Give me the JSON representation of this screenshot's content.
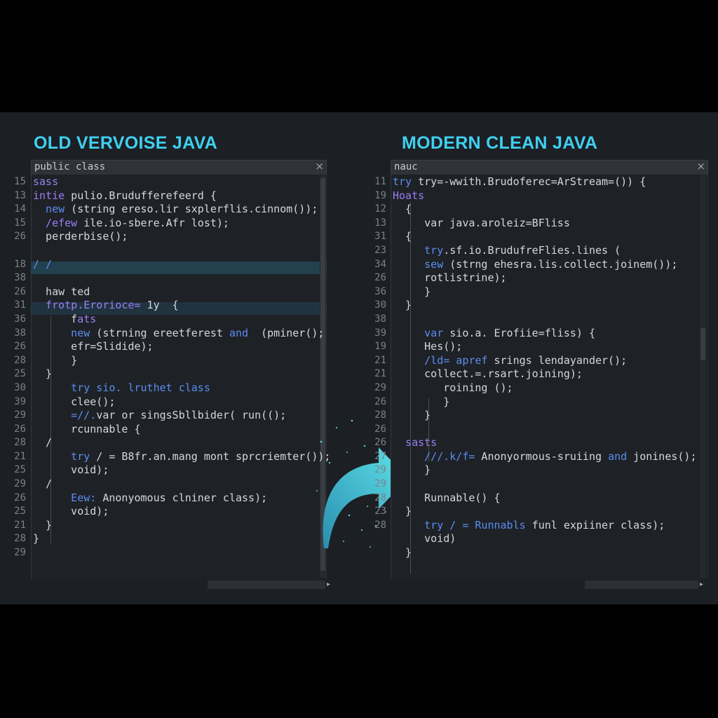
{
  "left_panel": {
    "title": "OLD VERVOISE JAVA",
    "tab_label": "public class",
    "tab_close_icon": "×",
    "line_numbers": [
      "15",
      "13",
      "14",
      "15",
      "26",
      "",
      "18",
      "38",
      "26",
      "31",
      "36",
      "38",
      "26",
      "28",
      "25",
      "30",
      "39",
      "29",
      "26",
      "28",
      "21",
      "25",
      "29",
      "26",
      "25",
      "21",
      "28",
      "29"
    ],
    "lines": [
      [
        {
          "t": "sass",
          "c": "kw2"
        }
      ],
      [
        {
          "t": "intie",
          "c": "kw2"
        },
        {
          "t": " pulio.Brudufferefeerd {",
          "c": "ty"
        }
      ],
      [
        {
          "t": "  new",
          "c": "kw"
        },
        {
          "t": " (string ereso.lir sxplerflis.cinnom());",
          "c": "ty"
        }
      ],
      [
        {
          "t": "  /efew",
          "c": "kw2"
        },
        {
          "t": " ile.io-sbere.Afr lost);",
          "c": "ty"
        }
      ],
      [
        {
          "t": "  perderbise();",
          "c": "ty"
        }
      ],
      [
        {
          "t": "",
          "c": "ty"
        }
      ],
      [
        {
          "t": "/ /",
          "c": "kw"
        }
      ],
      [
        {
          "t": "",
          "c": "ty"
        }
      ],
      [
        {
          "t": "  haw ted",
          "c": "ty"
        }
      ],
      [
        {
          "t": "  frotp.Erorioce=",
          "c": "kw2"
        },
        {
          "t": " 1y  {",
          "c": "ty"
        }
      ],
      [
        {
          "t": "      f",
          "c": "ty"
        },
        {
          "t": "ats",
          "c": "kw2"
        }
      ],
      [
        {
          "t": "      new",
          "c": "kw"
        },
        {
          "t": " (strning ereetferest ",
          "c": "ty"
        },
        {
          "t": "and",
          "c": "kw"
        },
        {
          "t": "  (pminer();",
          "c": "ty"
        }
      ],
      [
        {
          "t": "      efr=Slidide);",
          "c": "ty"
        }
      ],
      [
        {
          "t": "      }",
          "c": "ty"
        }
      ],
      [
        {
          "t": "  }",
          "c": "ty"
        }
      ],
      [
        {
          "t": "      try",
          "c": "kw"
        },
        {
          "t": " sio. lruthet class",
          "c": "kw"
        }
      ],
      [
        {
          "t": "      clee();",
          "c": "ty"
        }
      ],
      [
        {
          "t": "      =//.",
          "c": "kw"
        },
        {
          "t": "var or singsSbllbider( run(();",
          "c": "ty"
        }
      ],
      [
        {
          "t": "      rcunnable {",
          "c": "ty"
        }
      ],
      [
        {
          "t": "  /",
          "c": "ty"
        }
      ],
      [
        {
          "t": "      try",
          "c": "kw"
        },
        {
          "t": " / = B8fr.an.mang mont sprcriemter());",
          "c": "ty"
        }
      ],
      [
        {
          "t": "      void);",
          "c": "ty"
        }
      ],
      [
        {
          "t": "  /",
          "c": "ty"
        }
      ],
      [
        {
          "t": "      Eew:",
          "c": "kw"
        },
        {
          "t": " Anonyomous clniner class);",
          "c": "ty"
        }
      ],
      [
        {
          "t": "      void);",
          "c": "ty"
        }
      ],
      [
        {
          "t": "  }",
          "c": "ty"
        }
      ],
      [
        {
          "t": "}",
          "c": "ty"
        }
      ],
      [
        {
          "t": "",
          "c": "ty"
        }
      ]
    ]
  },
  "right_panel": {
    "title": "MODERN CLEAN JAVA",
    "tab_label": "nauc",
    "tab_close_icon": "×",
    "line_numbers": [
      "11",
      "19",
      "12",
      "13",
      "31",
      "23",
      "34",
      "26",
      "36",
      "30",
      "38",
      "39",
      "19",
      "21",
      "21",
      "29",
      "26",
      "28",
      "26",
      "26",
      "27",
      "29",
      "29",
      "28",
      "23",
      "28"
    ],
    "lines": [
      [
        {
          "t": "try",
          "c": "kw"
        },
        {
          "t": " try=-wwith.Brudoferec=ArStream=()) {",
          "c": "ty"
        }
      ],
      [
        {
          "t": "Hoats",
          "c": "kw2"
        }
      ],
      [
        {
          "t": "  {",
          "c": "ty"
        }
      ],
      [
        {
          "t": "     var java.aroleiz=BFliss",
          "c": "ty"
        }
      ],
      [
        {
          "t": "  {",
          "c": "ty"
        }
      ],
      [
        {
          "t": "     try",
          "c": "kw"
        },
        {
          "t": ".sf.io.BrudufreFlies.lines (",
          "c": "ty"
        }
      ],
      [
        {
          "t": "     sew",
          "c": "kw"
        },
        {
          "t": " (strng ehesra.lis.collect.joinem());",
          "c": "ty"
        }
      ],
      [
        {
          "t": "     rotlistrine);",
          "c": "ty"
        }
      ],
      [
        {
          "t": "     }",
          "c": "ty"
        }
      ],
      [
        {
          "t": "  }",
          "c": "ty"
        }
      ],
      [
        {
          "t": "",
          "c": "ty"
        }
      ],
      [
        {
          "t": "     var",
          "c": "kw"
        },
        {
          "t": " sio.a. Erofiie=fliss) {",
          "c": "ty"
        }
      ],
      [
        {
          "t": "     Hes();",
          "c": "ty"
        }
      ],
      [
        {
          "t": "     /ld= apref",
          "c": "kw"
        },
        {
          "t": " srings lendayander();",
          "c": "ty"
        }
      ],
      [
        {
          "t": "     collect.=.rsart.joining);",
          "c": "ty"
        }
      ],
      [
        {
          "t": "        roining ();",
          "c": "ty"
        }
      ],
      [
        {
          "t": "        }",
          "c": "ty"
        }
      ],
      [
        {
          "t": "     }",
          "c": "ty"
        }
      ],
      [
        {
          "t": "",
          "c": "ty"
        }
      ],
      [
        {
          "t": "  sasts",
          "c": "kw2"
        }
      ],
      [
        {
          "t": "     ///.k/f=",
          "c": "kw"
        },
        {
          "t": " Anonyormous-sruiing ",
          "c": "ty"
        },
        {
          "t": "and",
          "c": "kw"
        },
        {
          "t": " jonines();",
          "c": "ty"
        }
      ],
      [
        {
          "t": "     }",
          "c": "ty"
        }
      ],
      [
        {
          "t": "",
          "c": "ty"
        }
      ],
      [
        {
          "t": "     Runnable() {",
          "c": "ty"
        }
      ],
      [
        {
          "t": "  }",
          "c": "ty"
        }
      ],
      [
        {
          "t": "     try",
          "c": "kw"
        },
        {
          "t": " / = Runnabls",
          "c": "kw"
        },
        {
          "t": " funl expiiner class);",
          "c": "ty"
        }
      ],
      [
        {
          "t": "     void)",
          "c": "ty"
        }
      ],
      [
        {
          "t": "  }",
          "c": "ty"
        }
      ]
    ]
  },
  "arrow_icon": "curved-arrow-right",
  "colors": {
    "title": "#3fd0f0",
    "keyword": "#5b8df0",
    "keyword2": "#9a7ff0",
    "text": "#d2d6dc",
    "highlight": "#234556",
    "arrow": "#59d9e6"
  }
}
